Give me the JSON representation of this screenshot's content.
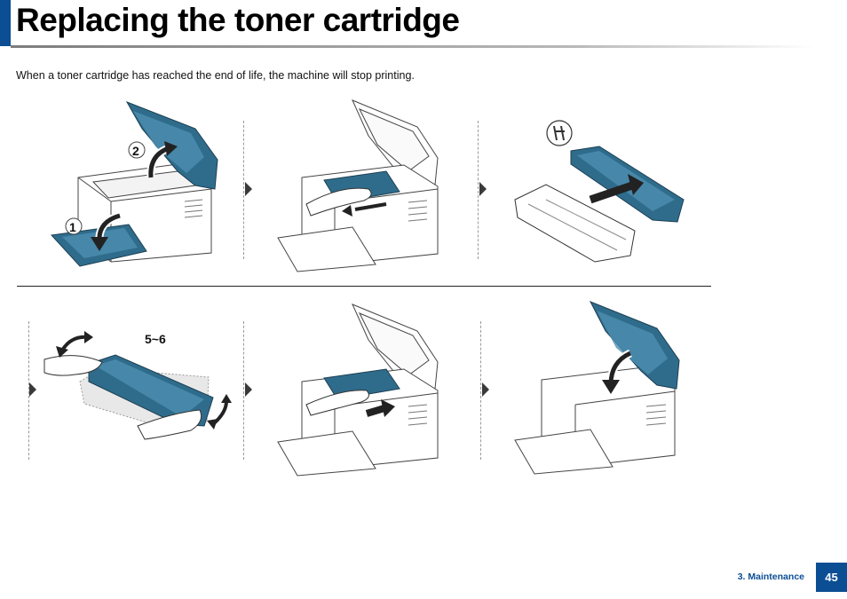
{
  "page": {
    "title": "Replacing the toner cartridge",
    "intro": "When a toner cartridge has reached the end of life, the machine will stop printing."
  },
  "illustrations": {
    "step1_label": "1",
    "step2_label": "2",
    "shake_label": "5~6"
  },
  "footer": {
    "section": "3. Maintenance",
    "page_number": "45"
  },
  "colors": {
    "accent": "#0b4e94",
    "teal": "#2f6c8c",
    "teal_light": "#4e8fb0"
  },
  "icons": [
    "step-arrow-icon",
    "rotate-arrow-icon",
    "pull-arrow-icon",
    "push-arrow-icon",
    "unpack-icon"
  ]
}
